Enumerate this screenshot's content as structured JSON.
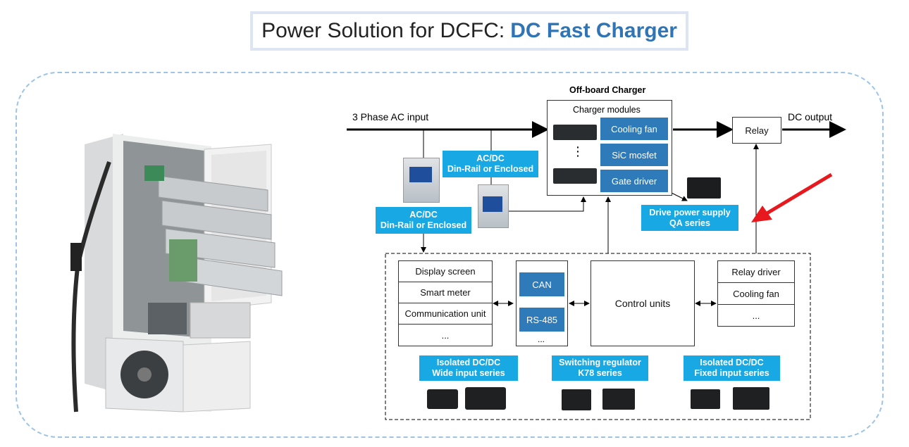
{
  "title": {
    "prefix": "Power Solution for DCFC:",
    "accent": "DC Fast Charger"
  },
  "diagram": {
    "ac_input": "3 Phase AC input",
    "dc_output": "DC output",
    "offboard_title": "Off-board Charger",
    "charger_modules": "Charger modules",
    "ellipsis_vertical": "⋮",
    "module_blocks": [
      "Cooling fan",
      "SiC mosfet",
      "Gate driver"
    ],
    "relay": "Relay",
    "acdc_top": [
      "AC/DC",
      "Din-Rail or Enclosed"
    ],
    "acdc_left": [
      "AC/DC",
      "Din-Rail or Enclosed"
    ],
    "drive_power": [
      "Drive power supply",
      "QA series"
    ],
    "left_stack": [
      "Display screen",
      "Smart meter",
      "Communication unit",
      "..."
    ],
    "bus": [
      "CAN",
      "RS-485",
      "..."
    ],
    "control_units": "Control units",
    "right_stack": [
      "Relay driver",
      "Cooling fan",
      "..."
    ],
    "isolated_wide": [
      "Isolated DC/DC",
      "Wide input series"
    ],
    "switching_reg": [
      "Switching regulator",
      "K78 series"
    ],
    "isolated_fixed": [
      "Isolated DC/DC",
      "Fixed input series"
    ]
  },
  "colors": {
    "accent_title": "#2f75b5",
    "block_blue": "#2f7ab8",
    "label_cyan": "#18a8e4",
    "arrow_red": "#e8191e",
    "frame": "#9dc3e6"
  },
  "icons": [
    "charger-cabinet-image",
    "psu-module-image",
    "dcdc-module-image",
    "red-arrow-icon"
  ]
}
